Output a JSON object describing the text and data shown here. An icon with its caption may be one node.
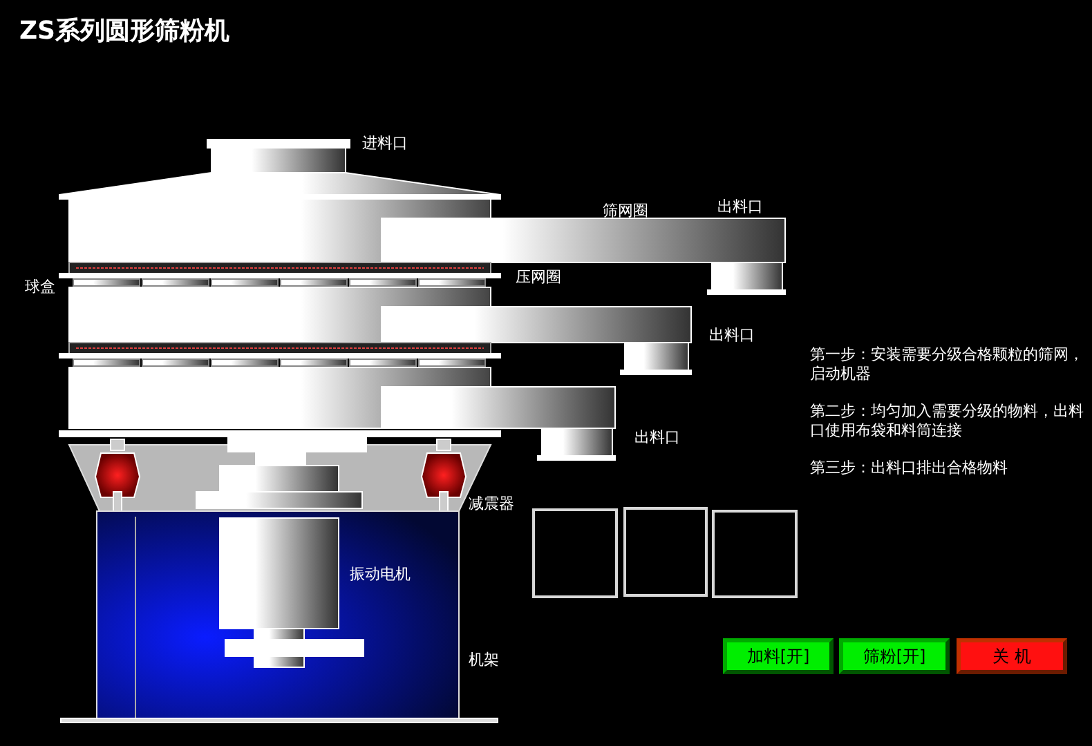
{
  "diagram": {
    "title": "ZS系列圆形筛粉机",
    "nodes": [
      {
        "text": [],
        "shape": "box"
      },
      {
        "text": [],
        "shape": "box"
      },
      {
        "text": [],
        "shape": "box"
      },
      {
        "text": [
          "加料[开]"
        ]
      },
      {
        "text": [
          "筛粉[开]"
        ]
      },
      {
        "text": [
          "关 机"
        ]
      }
    ],
    "labels": [
      "进料口",
      "筛网圈",
      "出料口",
      "球盒",
      "压网圈",
      "出料口",
      "第一步：安装需要分级合格颗粒的筛网，启动机器",
      "第二步：均匀加入需要分级的物料，出料口使用布袋和料筒连接",
      "出料口",
      "第三步：出料口排出合格物料",
      "减震器",
      "振动电机",
      "机架"
    ]
  }
}
